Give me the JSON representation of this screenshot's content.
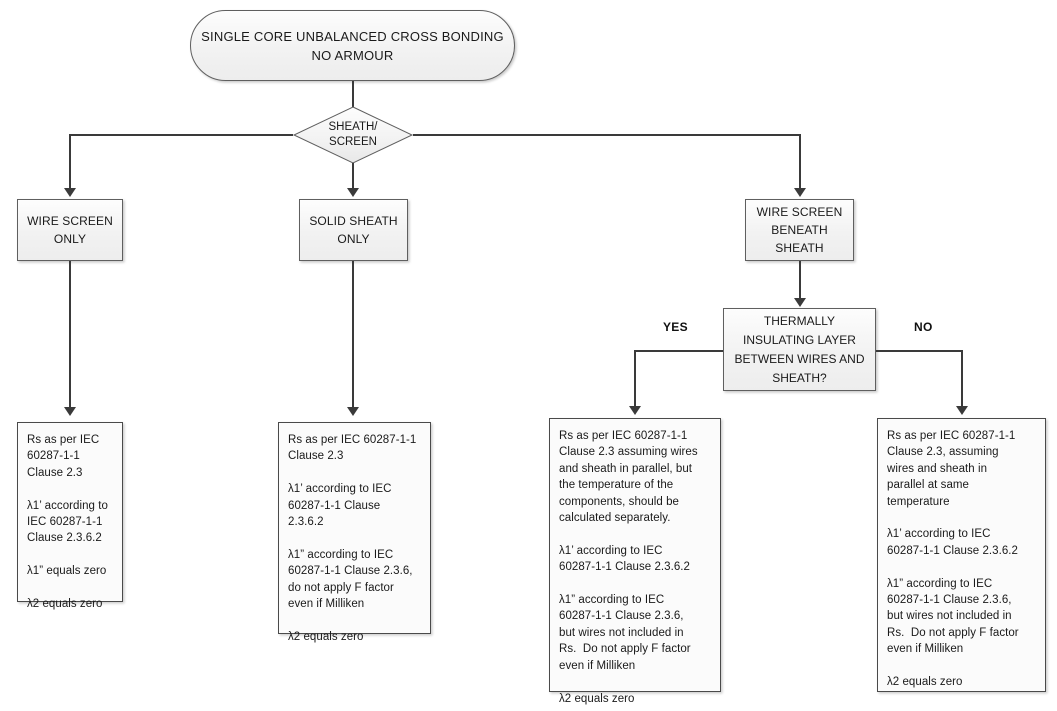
{
  "diagram": {
    "title_node": {
      "text": "SINGLE CORE\nUNBALANCED CROSS BONDING\nNO ARMOUR"
    },
    "decision_diamond": {
      "line1": "SHEATH/",
      "line2": "SCREEN"
    },
    "branch_nodes": [
      {
        "id": "wire-screen-only",
        "text": "WIRE SCREEN\nONLY"
      },
      {
        "id": "solid-sheath-only",
        "text": "SOLID SHEATH\nONLY"
      },
      {
        "id": "wire-screen-beneath-sheath",
        "text": "WIRE SCREEN\nBENEATH\nSHEATH"
      }
    ],
    "sub_decision": {
      "text": "THERMALLY\nINSULATING LAYER\nBETWEEN WIRES AND\nSHEATH?",
      "yes_label": "YES",
      "no_label": "NO"
    },
    "results": [
      {
        "id": "result-wire-screen-only",
        "text": "Rs as per IEC\n60287-1-1\nClause 2.3\n\nλ1’ according to\nIEC 60287-1-1\nClause 2.3.6.2\n\nλ1” equals zero\n\nλ2 equals zero"
      },
      {
        "id": "result-solid-sheath-only",
        "text": "Rs as per IEC 60287-1-1\nClause 2.3\n\nλ1’ according to IEC\n60287-1-1 Clause\n2.3.6.2\n\nλ1” according to IEC\n60287-1-1 Clause 2.3.6,\ndo not apply F factor\neven if Milliken\n\nλ2 equals zero"
      },
      {
        "id": "result-yes-branch",
        "text": "Rs as per IEC 60287-1-1\nClause 2.3 assuming wires\nand sheath in parallel, but\nthe temperature of the\ncomponents, should be\ncalculated separately.\n\nλ1’ according to IEC\n60287-1-1 Clause 2.3.6.2\n\nλ1” according to IEC\n60287-1-1 Clause 2.3.6,\nbut wires not included in\nRs.  Do not apply F factor\neven if Milliken\n\nλ2 equals zero"
      },
      {
        "id": "result-no-branch",
        "text": "Rs as per IEC 60287-1-1\nClause 2.3, assuming\nwires and sheath in\nparallel at same\ntemperature\n\nλ1’ according to IEC\n60287-1-1 Clause 2.3.6.2\n\nλ1” according to IEC\n60287-1-1 Clause 2.3.6,\nbut wires not included in\nRs.  Do not apply F factor\neven if Milliken\n\nλ2 equals zero"
      }
    ],
    "colors": {
      "node_border": "#5f5f5f",
      "node_fill_top": "#fdfdfd",
      "node_fill_bottom": "#ededed",
      "result_fill": "#fbfbfb",
      "connector": "#3a3a3a",
      "text": "#1a1a1a",
      "background": "#ffffff"
    }
  }
}
